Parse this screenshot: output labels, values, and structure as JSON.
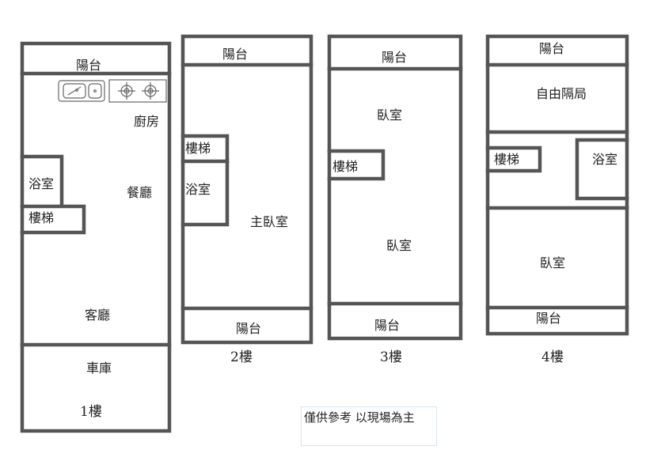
{
  "floors": [
    {
      "name": "1樓",
      "rooms": {
        "balcony": "陽台",
        "kitchen": "廚房",
        "dining": "餐廳",
        "bathroom": "浴室",
        "stairs": "樓梯",
        "living": "客廳",
        "garage": "車庫"
      }
    },
    {
      "name": "2樓",
      "rooms": {
        "balcony_front": "陽台",
        "stairs": "樓梯",
        "bathroom": "浴室",
        "master_bedroom": "主臥室",
        "balcony_back": "陽台"
      }
    },
    {
      "name": "3樓",
      "rooms": {
        "balcony_front": "陽台",
        "bedroom_1": "臥室",
        "stairs": "樓梯",
        "bedroom_2": "臥室",
        "balcony_back": "陽台"
      }
    },
    {
      "name": "4樓",
      "rooms": {
        "balcony_front": "陽台",
        "flexible": "自由隔局",
        "stairs": "樓梯",
        "bathroom": "浴室",
        "bedroom": "臥室",
        "balcony_back": "陽台"
      }
    }
  ],
  "note": "僅供參考 以現場為主",
  "icons": [
    "sink-icon",
    "stove-burner-icon"
  ]
}
